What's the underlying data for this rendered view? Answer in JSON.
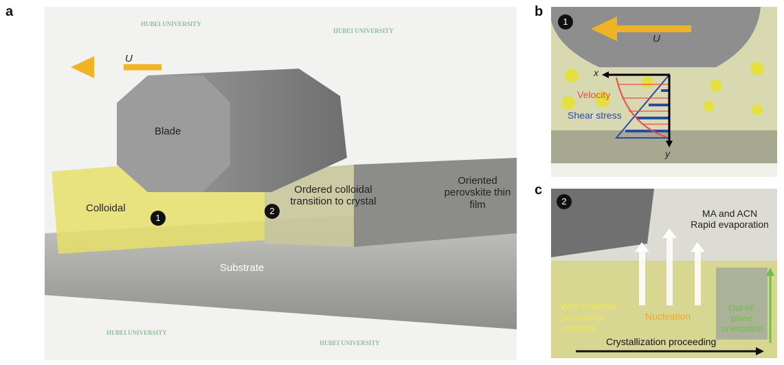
{
  "panels": {
    "a": {
      "label": "a",
      "velocity_symbol": "U",
      "blade": "Blade",
      "colloidal": "Colloidal",
      "step1": "1",
      "step2": "2",
      "transition": "Ordered colloidal transition to crystal",
      "film": "Oriented perovskite thin film",
      "substrate": "Substrate"
    },
    "b": {
      "label": "b",
      "step": "1",
      "velocity_symbol": "U",
      "x_axis": "x",
      "y_axis": "y",
      "velocity": "Velocity",
      "shear_stress": "Shear stress"
    },
    "c": {
      "label": "c",
      "step": "2",
      "evaporation_line1": "MA and ACN",
      "evaporation_line2": "Rapid evaporation",
      "colloid_line1": "Well-ordered",
      "colloid_line2": "perovskite",
      "colloid_line3": "colloidal",
      "nucleation": "Nucleation",
      "orientation_line1": "Out-of-",
      "orientation_line2": "plane",
      "orientation_line3": "orientation",
      "crystallization": "Crystallization proceeding"
    }
  },
  "watermark": "HUBEI UNIVERSITY",
  "colors": {
    "arrow": "#f0b323",
    "velocity": "#e84b4b",
    "shear": "#2b4aa8",
    "colloid": "#e8e05a",
    "nucleation": "#f0a830",
    "orientation": "#6cc04a"
  }
}
